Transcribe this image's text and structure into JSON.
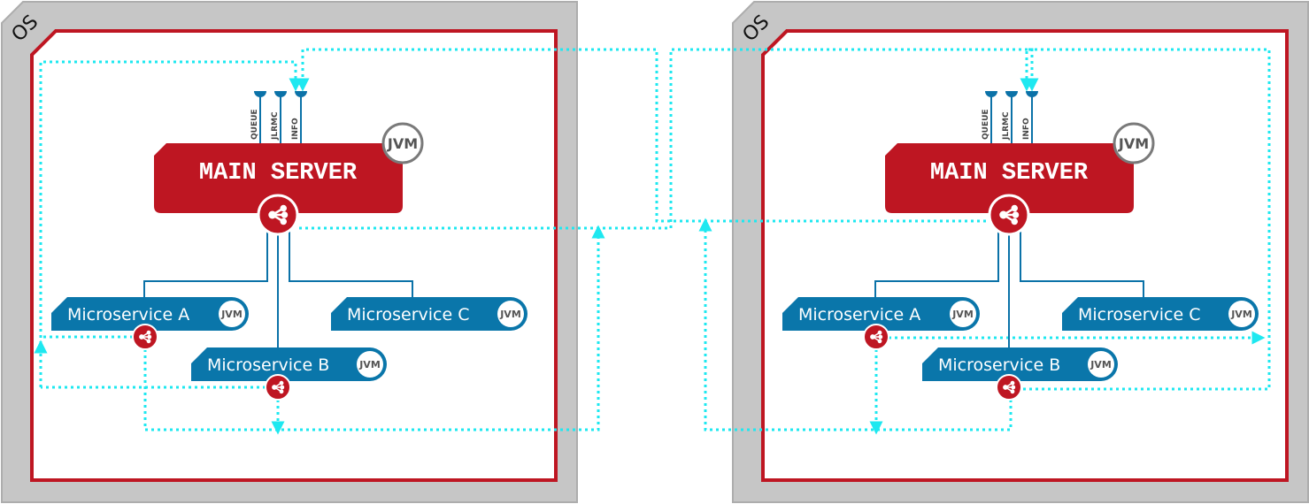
{
  "colors": {
    "os_fill": "#c6c6c6",
    "os_border": "#adadad",
    "container_border": "#be1622",
    "main_server": "#be1622",
    "microservice": "#0a76aa",
    "share_badge": "#be1622",
    "connector": "#0b72a8",
    "message_flow": "#1ee8f0",
    "jvm_ring": "#7a7a7a"
  },
  "nodes": [
    {
      "os_label": "OS",
      "main_server": {
        "title": "MAIN SERVER",
        "runtime": "JVM",
        "endpoints": [
          "QUEUE",
          "JLRMC",
          "INFO"
        ],
        "share_icon": "share-icon"
      },
      "microservices": [
        {
          "name": "Microservice A",
          "runtime": "JVM",
          "share_icon": "share-icon"
        },
        {
          "name": "Microservice B",
          "runtime": "JVM",
          "share_icon": "share-icon"
        },
        {
          "name": "Microservice C",
          "runtime": "JVM"
        }
      ]
    },
    {
      "os_label": "OS",
      "main_server": {
        "title": "MAIN SERVER",
        "runtime": "JVM",
        "endpoints": [
          "QUEUE",
          "JLRMC",
          "INFO"
        ],
        "share_icon": "share-icon"
      },
      "microservices": [
        {
          "name": "Microservice A",
          "runtime": "JVM",
          "share_icon": "share-icon"
        },
        {
          "name": "Microservice B",
          "runtime": "JVM",
          "share_icon": "share-icon"
        },
        {
          "name": "Microservice C",
          "runtime": "JVM"
        }
      ]
    }
  ]
}
